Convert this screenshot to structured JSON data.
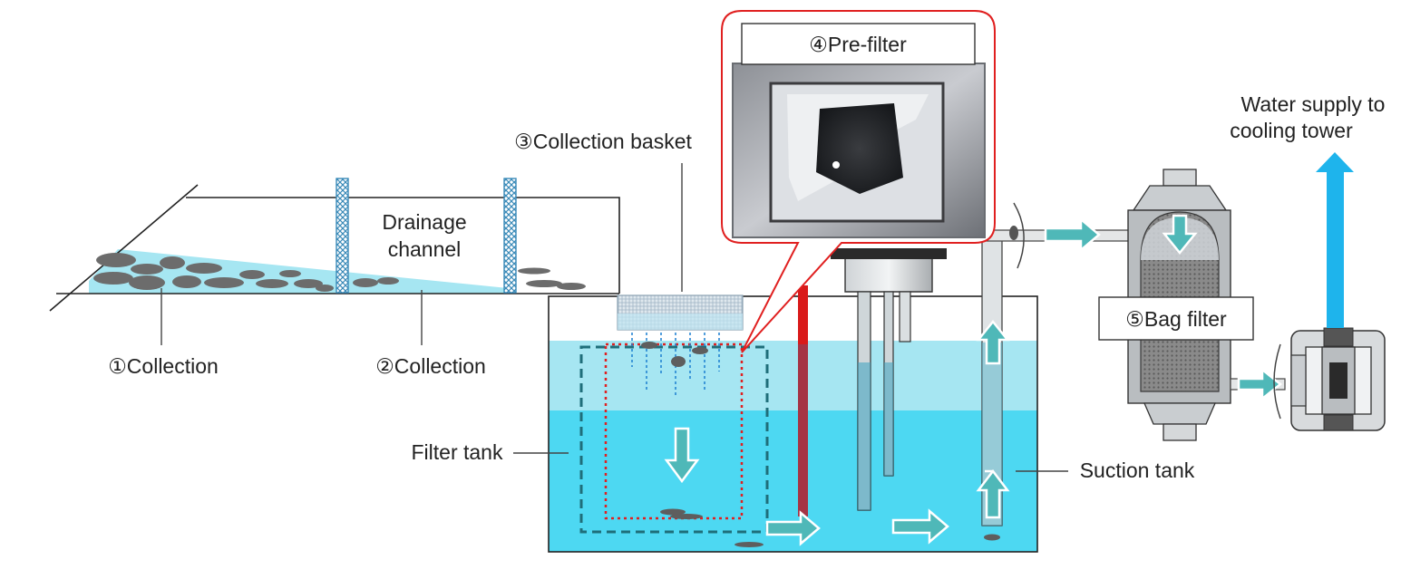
{
  "labels": {
    "collection_1": "①Collection",
    "collection_2": "②Collection",
    "drainage_channel_line1": "Drainage",
    "drainage_channel_line2": "channel",
    "collection_basket": "③Collection basket",
    "pre_filter": "④Pre-filter",
    "filter_tank": "Filter tank",
    "suction_tank": "Suction tank",
    "bag_filter": "⑤Bag filter",
    "water_supply_line1": "Water supply to",
    "water_supply_line2": "cooling tower"
  },
  "colors": {
    "water_light": "#a6e6f2",
    "water_deep": "#4dd8f2",
    "arrow_teal": "#4fb8b8",
    "supply_arrow": "#1eb4ec",
    "callout_red": "#e02020",
    "filter_dash": "#1f6e7a",
    "debris": "#6c6c6c",
    "equipment_grey": "#9ea0a2",
    "outline": "#222222"
  },
  "icons": {
    "flow_arrow": "flow-arrow-icon",
    "valve": "valve-icon",
    "pump": "pump-icon"
  }
}
